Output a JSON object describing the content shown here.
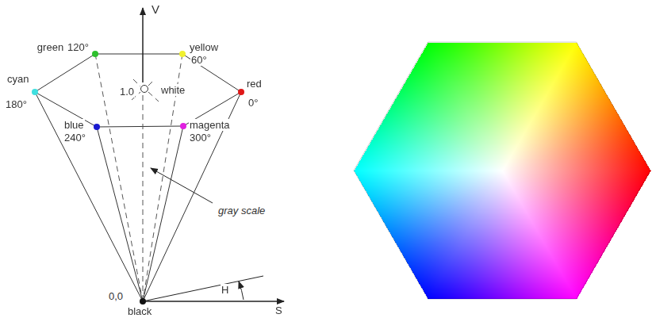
{
  "diagram": {
    "labels": [
      "V",
      "green",
      "120°",
      "yellow",
      "60°",
      "cyan",
      "180°",
      "red",
      "0°",
      "1.0",
      "white",
      "blue",
      "240°",
      "magenta",
      "300°",
      "gray scale",
      "0,0",
      "black",
      "H",
      "S"
    ]
  }
}
